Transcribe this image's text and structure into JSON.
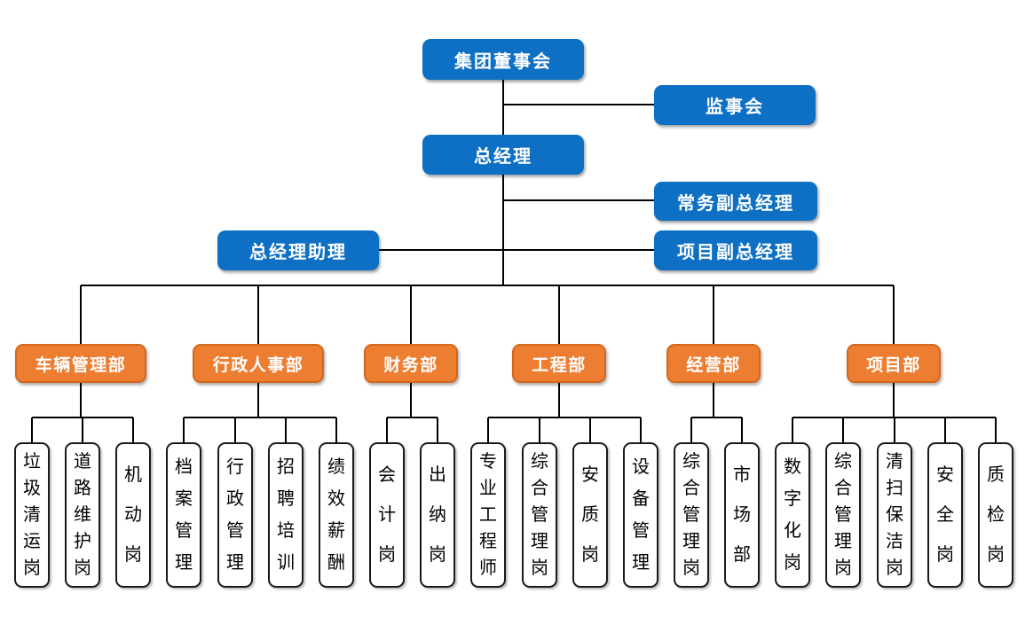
{
  "org_chart": {
    "executive": {
      "board": "集团董事会",
      "supervisory_board": "监事会",
      "general_manager": "总经理",
      "executive_deputy_gm": "常务副总经理",
      "gm_assistant": "总经理助理",
      "project_deputy_gm": "项目副总经理"
    },
    "departments": [
      {
        "label": "车辆管理部",
        "positions": [
          "垃圾清运岗",
          "道路维护岗",
          "机动岗"
        ]
      },
      {
        "label": "行政人事部",
        "positions": [
          "档案管理",
          "行政管理",
          "招聘培训",
          "绩效薪酬"
        ]
      },
      {
        "label": "财务部",
        "positions": [
          "会计岗",
          "出纳岗"
        ]
      },
      {
        "label": "工程部",
        "positions": [
          "专业工程师",
          "综合管理岗",
          "安质岗",
          "设备管理"
        ]
      },
      {
        "label": "经营部",
        "positions": [
          "综合管理岗",
          "市场部"
        ]
      },
      {
        "label": "项目部",
        "positions": [
          "数字化岗",
          "综合管理岗",
          "清扫保洁岗",
          "安全岗",
          "质检岗"
        ]
      }
    ],
    "colors": {
      "primary_blue": "#0E70C4",
      "dept_orange": "#ED7D31",
      "dept_orange_border": "#D2681C",
      "leaf_border": "#1A1A1A",
      "line_black": "#000000",
      "text_white": "#FFFFFF"
    }
  }
}
